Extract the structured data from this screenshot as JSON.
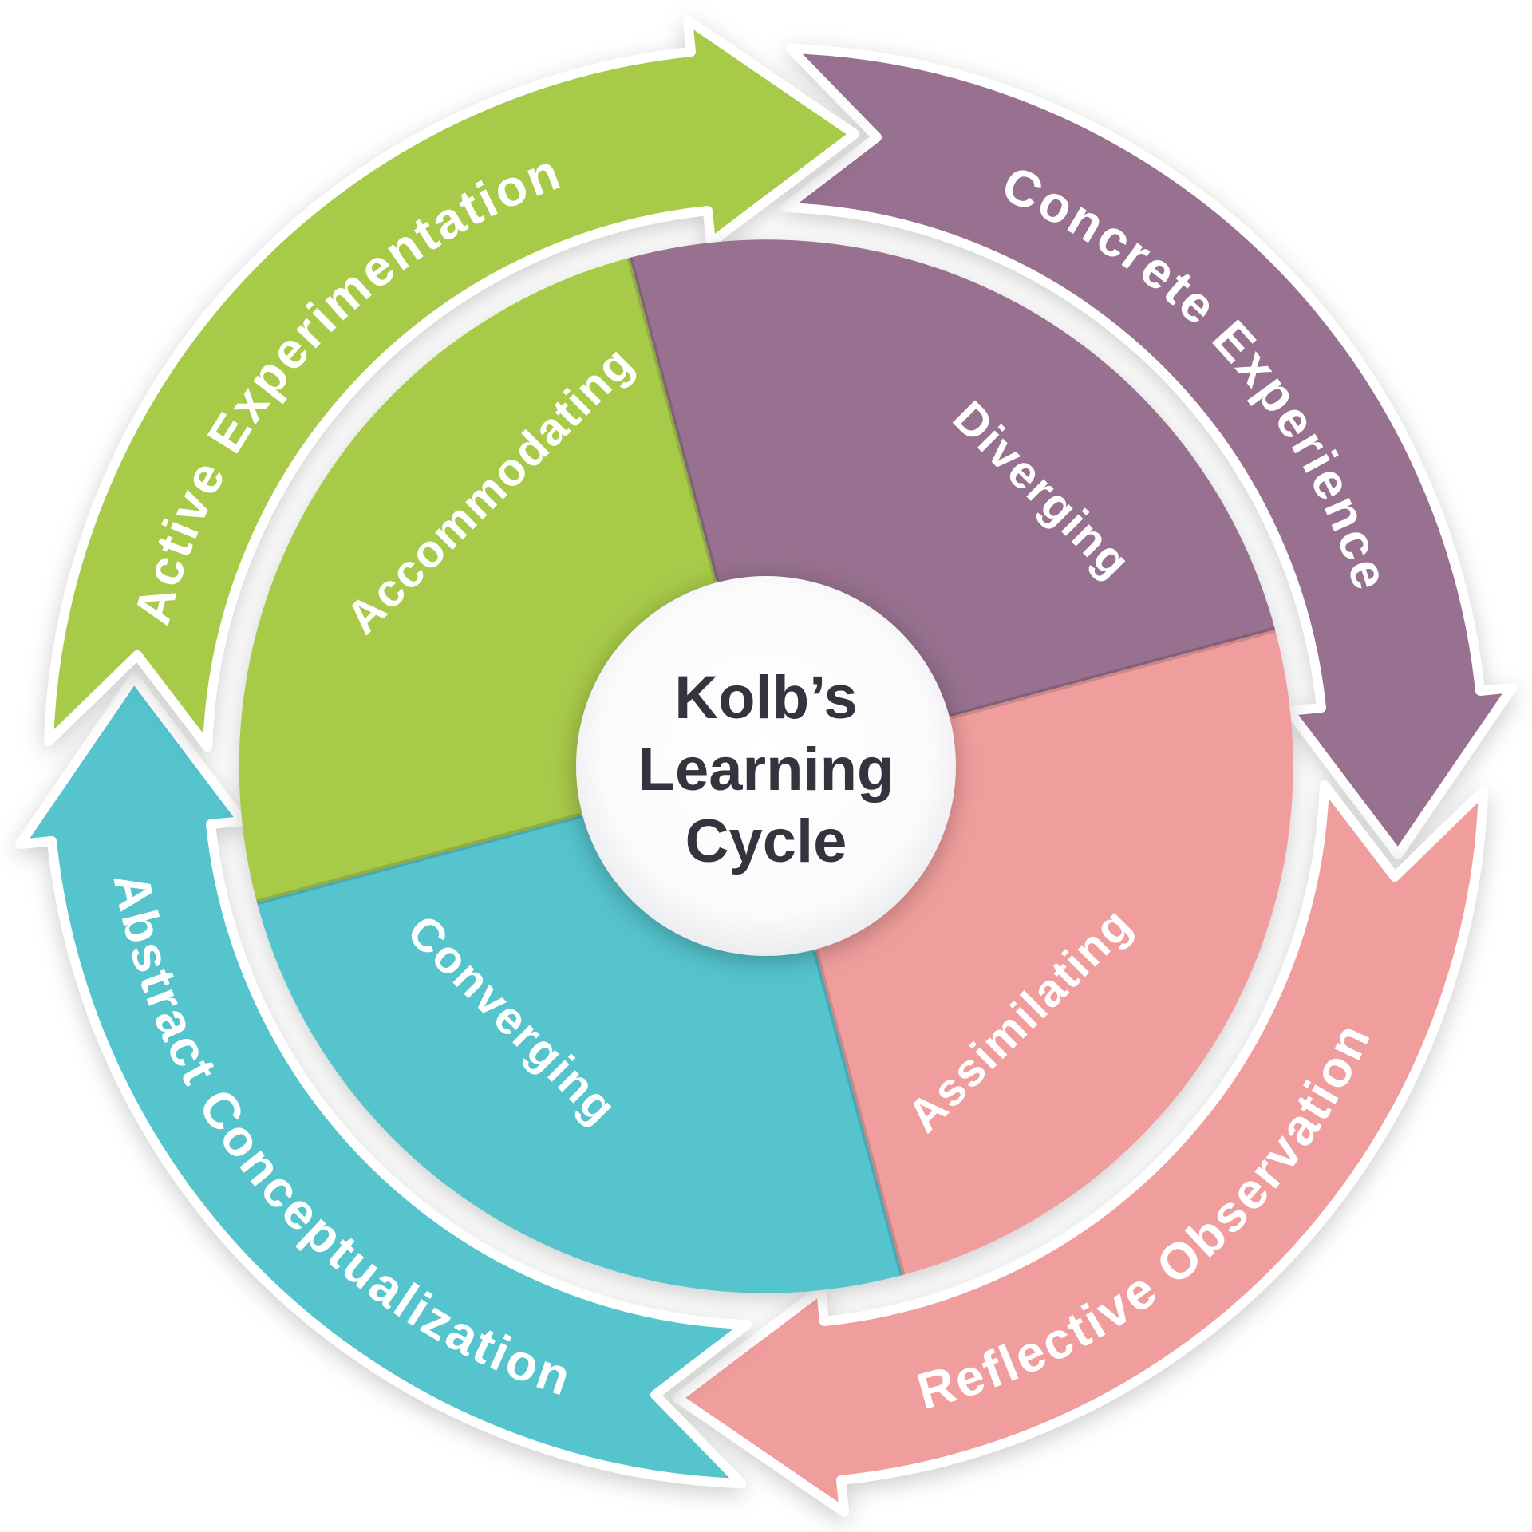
{
  "diagram": {
    "background": "#ffffff",
    "title_lines": [
      "Kolb’s",
      "Learning",
      "Cycle"
    ],
    "title_color": "#34333e",
    "label_color": "#ffffff",
    "outer_ring": {
      "segments": [
        {
          "label": "Concrete Experience",
          "color": "#97718f"
        },
        {
          "label": "Reflective Observation",
          "color": "#f09e9d"
        },
        {
          "label": "Abstract Conceptualization",
          "color": "#55c4cd"
        },
        {
          "label": "Active Experimentation",
          "color": "#a8ca4a"
        }
      ]
    },
    "inner_wheel": {
      "segments": [
        {
          "label": "Diverging",
          "color": "#97718f"
        },
        {
          "label": "Assimilating",
          "color": "#f09e9d"
        },
        {
          "label": "Converging",
          "color": "#55c4cd"
        },
        {
          "label": "Accommodating",
          "color": "#a8ca4a"
        }
      ]
    }
  }
}
